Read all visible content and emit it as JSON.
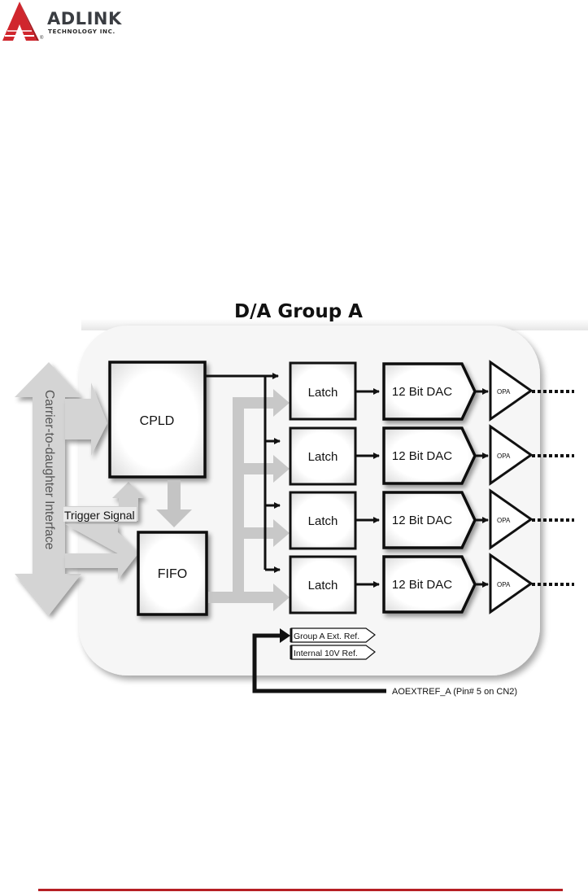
{
  "header": {
    "logo_name": "ADLINK",
    "logo_subtitle": "TECHNOLOGY INC.",
    "logo_mark": "®",
    "brand_color": "#c8242b"
  },
  "diagram": {
    "title": "D/A  Group A",
    "interface_label": "Carrier-to-daughter Interface",
    "trigger_label": "Trigger Signal",
    "cpld_label": "CPLD",
    "fifo_label": "FIFO",
    "channels": [
      {
        "latch": "Latch",
        "dac": "12 Bit DAC",
        "opa": "OPA"
      },
      {
        "latch": "Latch",
        "dac": "12 Bit DAC",
        "opa": "OPA"
      },
      {
        "latch": "Latch",
        "dac": "12 Bit DAC",
        "opa": "OPA"
      },
      {
        "latch": "Latch",
        "dac": "12 Bit DAC",
        "opa": "OPA"
      }
    ],
    "ref_options": [
      "Group A Ext. Ref.",
      "Internal 10V Ref."
    ],
    "ext_ref_pin": "AOEXTREF_A   (Pin#   5 on CN2)"
  },
  "footer": {
    "rule_color": "#b51f24"
  }
}
